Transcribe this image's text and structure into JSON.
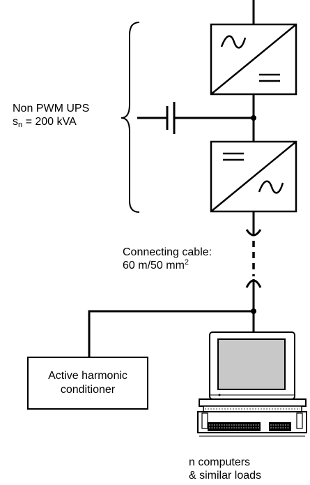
{
  "ups": {
    "line1": "Non PWM UPS",
    "line2_prefix": "s",
    "line2_sub": "n",
    "line2_rest": " = 200 kVA"
  },
  "cable": {
    "line1": "Connecting cable:",
    "line2": "60 m/50 mm",
    "line2_sup": "2"
  },
  "conditioner": {
    "line1": "Active harmonic",
    "line2": "conditioner"
  },
  "loads": {
    "line1": "n computers",
    "line2": "& similar loads"
  },
  "icons": [
    "rectifier-icon",
    "inverter-icon",
    "battery-icon",
    "computer-icon",
    "connector-plug-icon",
    "connector-socket-icon",
    "brace-icon"
  ]
}
